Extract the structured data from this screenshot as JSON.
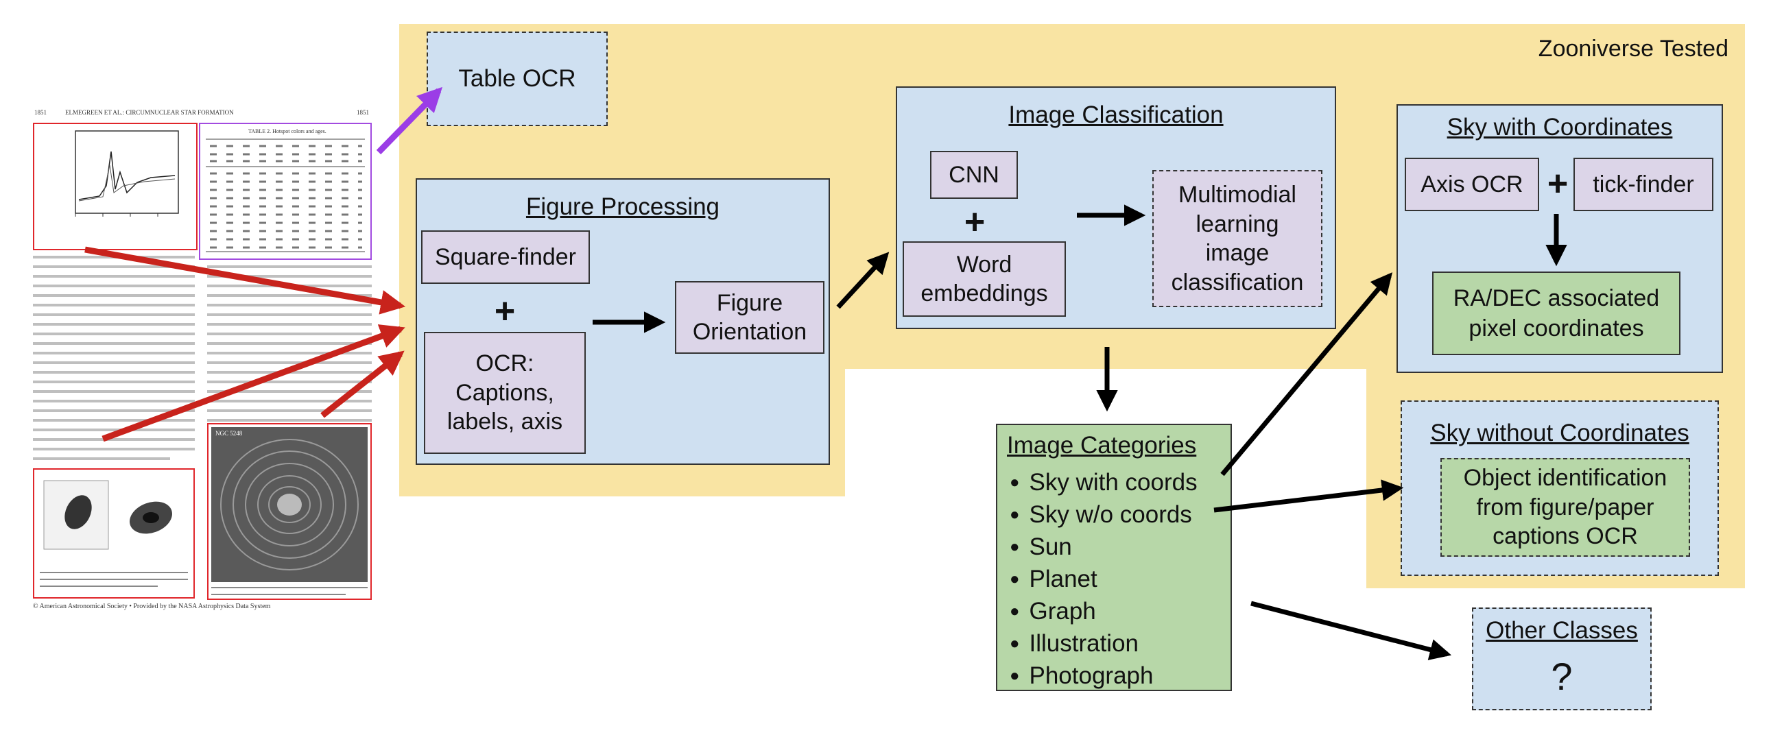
{
  "zooniverse": {
    "label": "Zooniverse Tested"
  },
  "table_ocr": {
    "label": "Table OCR"
  },
  "figure_processing": {
    "title": "Figure Processing",
    "square_finder": "Square-finder",
    "ocr": "OCR: Captions, labels, axis",
    "orientation": "Figure Orientation"
  },
  "image_classification": {
    "title": "Image Classification",
    "cnn": "CNN",
    "word_embeddings": "Word embeddings",
    "multimodal": "Multimodial learning image classification"
  },
  "sky_with_coords": {
    "title": "Sky with Coordinates",
    "axis_ocr": "Axis OCR",
    "tick_finder": "tick-finder",
    "radec": "RA/DEC associated pixel coordinates"
  },
  "sky_without_coords": {
    "title": "Sky without Coordinates",
    "object_id": "Object identification from figure/paper captions OCR"
  },
  "image_categories": {
    "title": "Image Categories",
    "items": [
      "Sky with coords",
      "Sky w/o coords",
      "Sun",
      "Planet",
      "Graph",
      "Illustration",
      "Photograph"
    ]
  },
  "other_classes": {
    "title": "Other Classes",
    "symbol": "?"
  },
  "paper": {
    "page_header": "ELMEGREEN ET AL.: CIRCUMNUCLEAR STAR FORMATION",
    "page_left": "1851",
    "page_right": "1851",
    "table_title": "TABLE 2. Hotspot colors and ages.",
    "fig_label": "NGC 5248",
    "footer": "© American Astronomical Society • Provided by the NASA Astrophysics Data System"
  },
  "colors": {
    "yellow": "#f9e4a3",
    "blue": "#cfe0f1",
    "lavender": "#dcd5e8",
    "green": "#b7d7a8",
    "red_arrow": "#c8231c",
    "purple_arrow": "#9b3de6"
  }
}
